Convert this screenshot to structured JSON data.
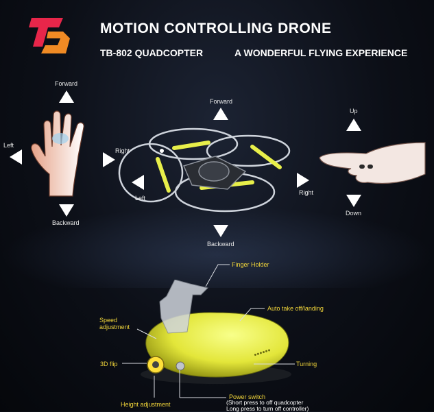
{
  "header": {
    "title": "MOTION CONTROLLING DRONE",
    "subtitle_model": "TB-802 QUADCOPTER",
    "subtitle_tagline": "A WONDERFUL FLYING EXPERIENCE"
  },
  "left_hand": {
    "forward": "Forward",
    "backward": "Backward",
    "left": "Left",
    "right": "Right"
  },
  "drone": {
    "forward": "Forward",
    "backward": "Backward",
    "left": "Left",
    "right": "Right"
  },
  "right_hand": {
    "up": "Up",
    "down": "Down"
  },
  "controller": {
    "finger_holder": "Finger Holder",
    "auto_takeoff": "Auto take off/landing",
    "speed_adjustment": "Speed\nadjustment",
    "flip": "3D flip",
    "turning": "Turning",
    "height_adjustment": "Height adjustment",
    "power_switch": "Power switch",
    "power_note1": "(Short press to off quadcopter",
    "power_note2": "Long press to turn off controller)"
  },
  "colors": {
    "accent_yellow": "#f2d63a",
    "logo_red": "#e8264a",
    "logo_orange": "#f08a24"
  }
}
